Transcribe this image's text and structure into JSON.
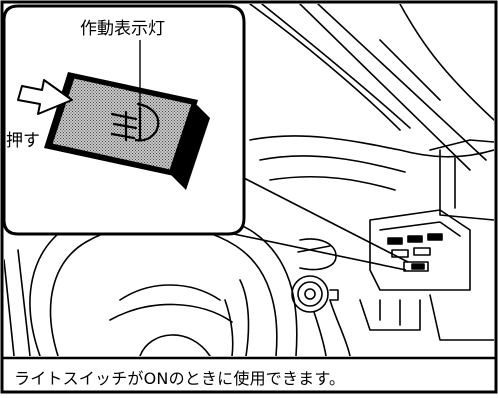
{
  "figure": {
    "callout_label": "作動表示灯",
    "push_label": "押す",
    "caption": "ライトスイッチがONのときに使用できます。",
    "colors": {
      "line": "#000000",
      "background": "#ffffff",
      "button_face": "#a8a8a8"
    },
    "icons": {
      "button_symbol": "fog-light-icon",
      "arrow": "push-arrow-icon"
    }
  }
}
